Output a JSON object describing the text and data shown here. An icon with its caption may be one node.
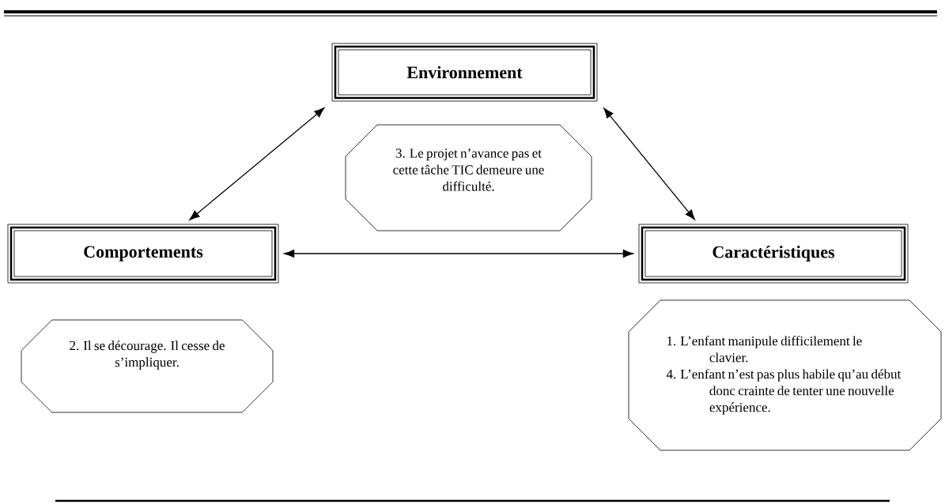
{
  "diagram": {
    "nodes": [
      {
        "text": [
          "Environnement"
        ]
      },
      {
        "text": [
          "3. Le projet n’avance pas et cette tâche TIC demeure une difficulté."
        ]
      },
      {
        "text": [
          "Comportements"
        ]
      },
      {
        "text": [
          "Caractéristiques"
        ]
      },
      {
        "text": [
          "2. Il se décourage. Il cesse de s’impliquer."
        ]
      },
      {
        "text": [
          "1. L’enfant manipule difficilement le clavier.",
          "4. L’enfant n’est pas plus habile qu’au début donc crainte de tenter une nouvelle expérience."
        ]
      }
    ],
    "edges": [
      {
        "from": 2,
        "to": 0,
        "arrow": "both"
      },
      {
        "from": 0,
        "to": 3,
        "arrow": "both"
      },
      {
        "from": 2,
        "to": 3,
        "arrow": "both"
      }
    ]
  }
}
